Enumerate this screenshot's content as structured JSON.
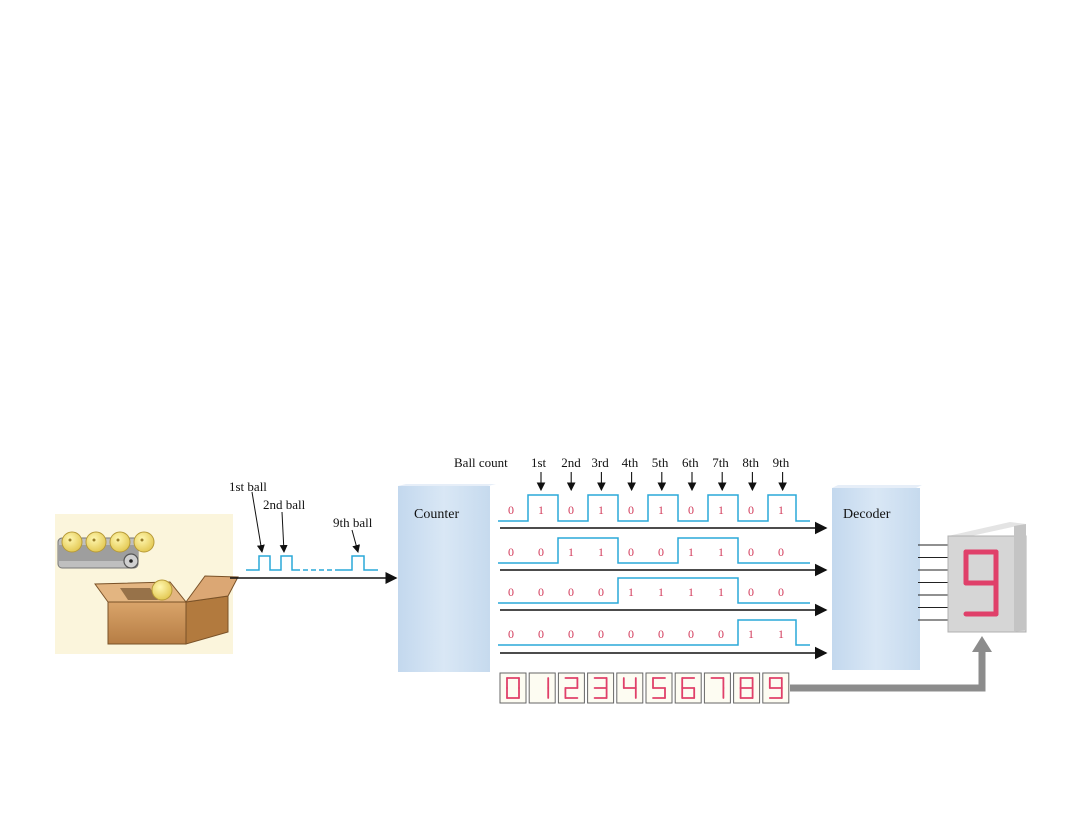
{
  "colors": {
    "signal": "#2aa8d8",
    "bit": "#d23a5a",
    "block_fill": "#c9dcef",
    "display_segment": "#e0406a",
    "arrow_gray": "#8a8a8a",
    "scene_bg": "#fbf5dc"
  },
  "input": {
    "labels": [
      "1st ball",
      "2nd ball",
      "9th ball"
    ]
  },
  "ball_count": {
    "title": "Ball count",
    "labels": [
      "1st",
      "2nd",
      "3rd",
      "4th",
      "5th",
      "6th",
      "7th",
      "8th",
      "9th"
    ]
  },
  "blocks": {
    "counter": "Counter",
    "decoder": "Decoder"
  },
  "waveforms": [
    {
      "bits": [
        "0",
        "1",
        "0",
        "1",
        "0",
        "1",
        "0",
        "1",
        "0",
        "1"
      ]
    },
    {
      "bits": [
        "0",
        "0",
        "1",
        "1",
        "0",
        "0",
        "1",
        "1",
        "0",
        "0"
      ]
    },
    {
      "bits": [
        "0",
        "0",
        "0",
        "0",
        "1",
        "1",
        "1",
        "1",
        "0",
        "0"
      ]
    },
    {
      "bits": [
        "0",
        "0",
        "0",
        "0",
        "0",
        "0",
        "0",
        "0",
        "1",
        "1"
      ]
    }
  ],
  "digit_row": [
    "0",
    "1",
    "2",
    "3",
    "4",
    "5",
    "6",
    "7",
    "8",
    "9"
  ],
  "display": {
    "digit": "9",
    "icon": "seven-segment-display-icon"
  },
  "icons": [
    "conveyor-belt-icon",
    "cardboard-box-icon",
    "ball-icon"
  ]
}
